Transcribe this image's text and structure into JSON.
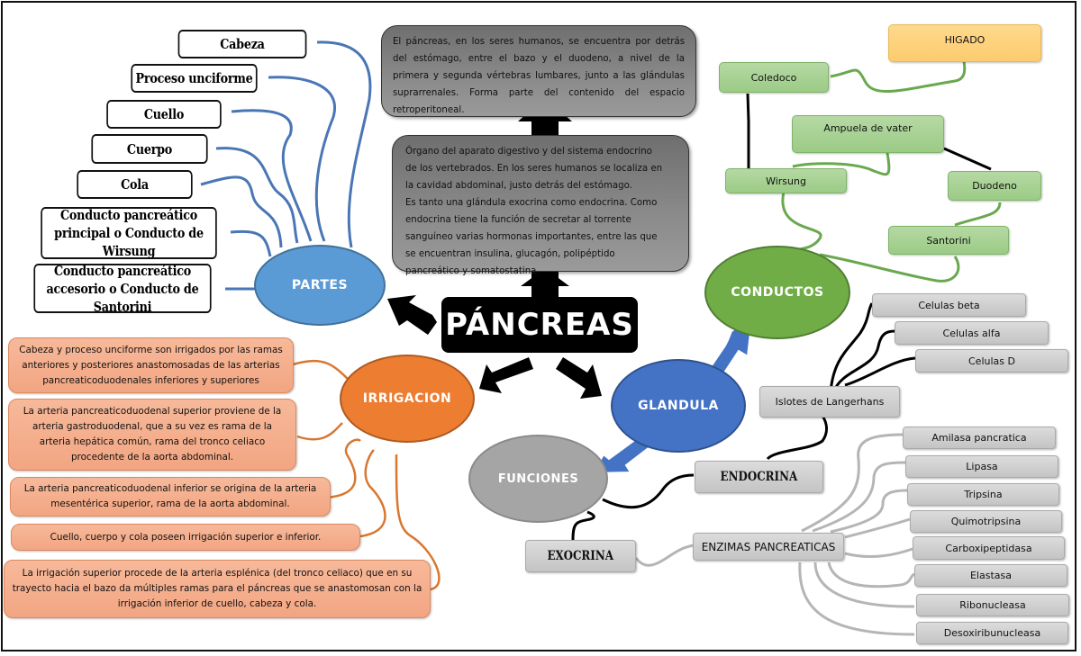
{
  "title": "PÁNCREAS",
  "colors": {
    "partes": "#5b9bd5",
    "irrigacion": "#ed7d31",
    "glandula": "#4472c4",
    "conductos": "#70ad47",
    "funciones": "#a5a5a5",
    "higado": "#ffd37f",
    "orange_note": "#f4b183",
    "green_box": "#a9d18e",
    "gray_box": "#d0d0d0"
  },
  "descriptions": {
    "location": "El páncreas, en los seres humanos, se encuentra por detrás del estómago, entre el bazo y el duodeno, a nivel de la primera y segunda vértebras lumbares, junto a las glándulas suprarrenales. Forma parte del contenido del espacio retroperitoneal.",
    "definition_lines": [
      "Órgano del aparato digestivo y del sistema endocrino",
      "de los vertebrados. En los seres humanos se localiza en",
      "la cavidad abdominal, justo detrás del estómago.",
      "Es tanto una glándula exocrina como endocrina.  Como",
      "endocrina tiene la función de secretar al torrente",
      "sanguíneo varias hormonas importantes, entre las que",
      "se encuentran insulina, glucagón, polipéptido",
      "pancreático y somatostatina."
    ]
  },
  "partes": {
    "label": "PARTES",
    "items": [
      "Cabeza",
      "Proceso unciforme",
      "Cuello",
      "Cuerpo",
      "Cola",
      "Conducto pancreático principal o Conducto de Wirsung",
      "Conducto pancreático accesorio o Conducto de Santorini"
    ]
  },
  "irrigacion": {
    "label": "IRRIGACION",
    "notes": [
      "Cabeza y proceso unciforme son irrigados por las ramas anteriores y posteriores anastomosadas de las arterias pancreaticoduodenales inferiores y superiores",
      "La arteria pancreaticoduodenal superior proviene de la arteria gastroduodenal, que a su vez es rama de la arteria hepática común, rama del tronco celiaco procedente de la aorta abdominal.",
      "La arteria pancreaticoduodenal inferior se origina de la arteria mesentérica superior, rama de la aorta abdominal.",
      "Cuello, cuerpo y cola poseen irrigación superior e inferior.",
      "La irrigación superior procede de la arteria esplénica (del tronco celiaco) que en su trayecto hacia el bazo da múltiples ramas para el páncreas que se anastomosan con la irrigación inferior de cuello, cabeza y cola."
    ]
  },
  "conductos": {
    "label": "CONDUCTOS",
    "higado": "HIGADO",
    "items": [
      "Coledoco",
      "Ampuela de vater",
      "Wirsung",
      "Duodeno",
      "Santorini"
    ]
  },
  "glandula": {
    "label": "GLANDULA"
  },
  "funciones": {
    "label": "FUNCIONES",
    "endocrina": "ENDOCRINA",
    "exocrina": "EXOCRINA",
    "islotes": "Islotes de Langerhans",
    "celulas": [
      "Celulas beta",
      "Celulas alfa",
      "Celulas D"
    ],
    "enzimas_label": "ENZIMAS PANCREATICAS",
    "enzimas": [
      "Amilasa pancratica",
      "Lipasa",
      "Tripsina",
      "Quimotripsina",
      "Carboxipeptidasa",
      "Elastasa",
      "Ribonucleasa",
      "Desoxiribunucleasa"
    ]
  }
}
